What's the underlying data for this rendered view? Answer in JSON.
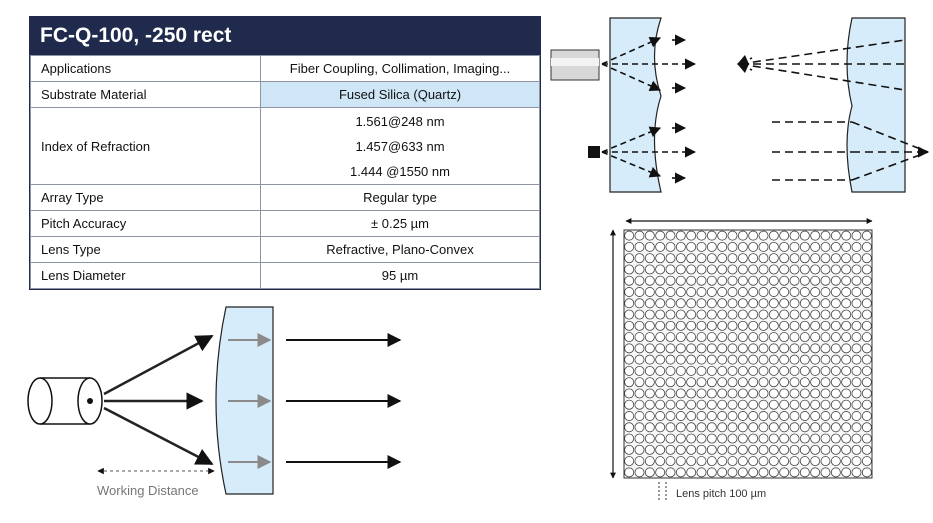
{
  "table": {
    "title": "FC-Q-100, -250 rect",
    "rows": {
      "applications": {
        "label": "Applications",
        "value": "Fiber Coupling, Collimation, Imaging..."
      },
      "substrate": {
        "label": "Substrate Material",
        "value": "Fused Silica (Quartz)"
      },
      "index": {
        "label": "Index of Refraction",
        "values": [
          "1.561@248 nm",
          "1.457@633 nm",
          "1.444 @1550 nm"
        ]
      },
      "array_type": {
        "label": "Array Type",
        "value": "Regular type"
      },
      "pitch_accuracy": {
        "label": "Pitch Accuracy",
        "value": "± 0.25 µm"
      },
      "lens_type": {
        "label": "Lens Type",
        "value": "Refractive, Plano-Convex"
      },
      "lens_diameter": {
        "label": "Lens Diameter",
        "value": "95 µm"
      }
    },
    "highlight_color": "#cfe6f6",
    "header_color": "#1f2a4d"
  },
  "diagrams": {
    "working_distance_label": "Working Distance",
    "lens_pitch_label": "Lens pitch 100 µm",
    "lens_fill_color": "#d6ecfa",
    "lens_array": {
      "rows": 22,
      "cols": 24
    }
  }
}
